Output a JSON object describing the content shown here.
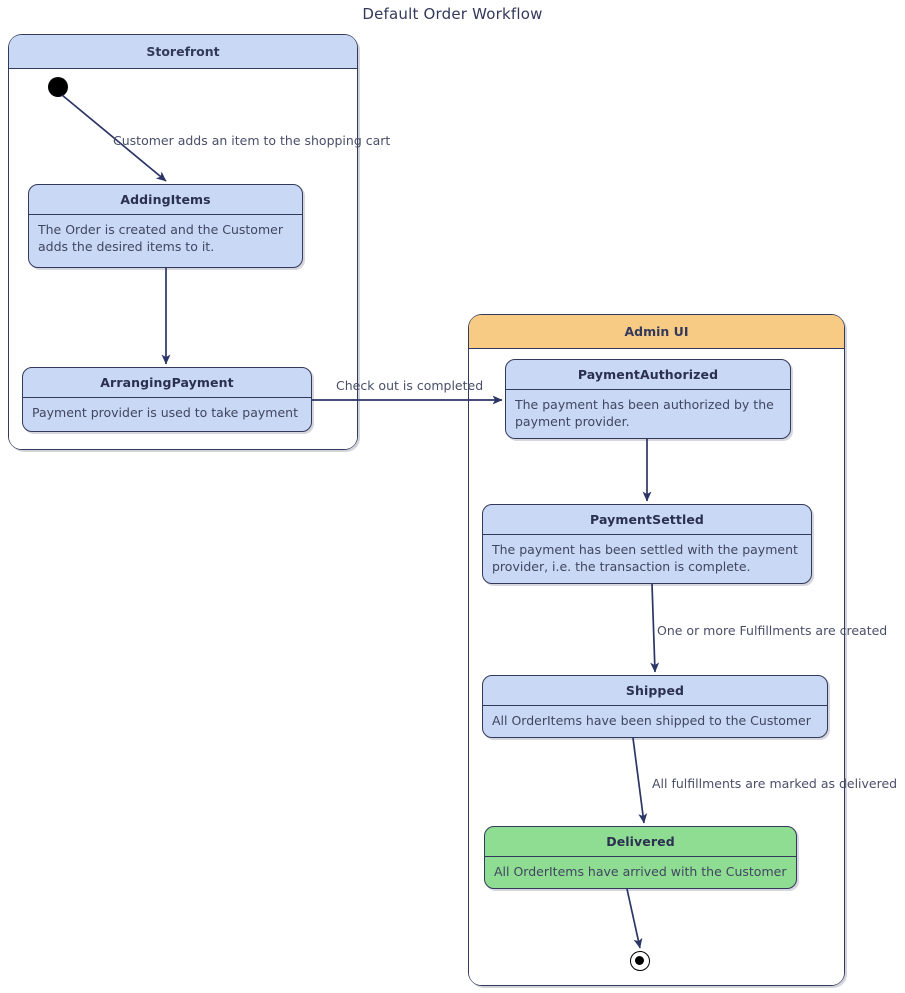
{
  "diagram": {
    "title": "Default Order Workflow",
    "type": "uml-state-machine",
    "colors": {
      "state_fill": "#c9d8f5",
      "state_final_fill": "#8fdc93",
      "storefront_header": "#c9d8f5",
      "admin_header": "#f8cb84",
      "stroke": "#33395b",
      "text": "#33395b",
      "background": "#ffffff"
    }
  },
  "groups": [
    {
      "id": "storefront",
      "label": "Storefront",
      "header_color": "#c9d8f5"
    },
    {
      "id": "admin-ui",
      "label": "Admin UI",
      "header_color": "#f8cb84"
    }
  ],
  "states": [
    {
      "id": "adding-items",
      "name": "AddingItems",
      "description": "The Order is created and the Customer adds the desired items to it.",
      "group": "storefront",
      "fill": "#c9d8f5"
    },
    {
      "id": "arranging-payment",
      "name": "ArrangingPayment",
      "description": "Payment provider is used to take payment",
      "group": "storefront",
      "fill": "#c9d8f5"
    },
    {
      "id": "payment-authorized",
      "name": "PaymentAuthorized",
      "description": "The payment has been authorized by the payment provider.",
      "group": "admin-ui",
      "fill": "#c9d8f5"
    },
    {
      "id": "payment-settled",
      "name": "PaymentSettled",
      "description": "The payment has been settled with the payment provider, i.e. the transaction is complete.",
      "group": "admin-ui",
      "fill": "#c9d8f5"
    },
    {
      "id": "shipped",
      "name": "Shipped",
      "description": "All OrderItems have been shipped to the Customer",
      "group": "admin-ui",
      "fill": "#c9d8f5"
    },
    {
      "id": "delivered",
      "name": "Delivered",
      "description": "All OrderItems have arrived with the Customer",
      "group": "admin-ui",
      "fill": "#8fdc93"
    }
  ],
  "pseudo_states": [
    {
      "id": "initial",
      "kind": "initial",
      "group": "storefront"
    },
    {
      "id": "final",
      "kind": "final",
      "group": "admin-ui"
    }
  ],
  "transitions": [
    {
      "id": "t1",
      "from": "initial",
      "to": "adding-items",
      "label": "Customer adds an item to the shopping cart"
    },
    {
      "id": "t2",
      "from": "adding-items",
      "to": "arranging-payment",
      "label": ""
    },
    {
      "id": "t3",
      "from": "arranging-payment",
      "to": "payment-authorized",
      "label": "Check out is completed"
    },
    {
      "id": "t4",
      "from": "payment-authorized",
      "to": "payment-settled",
      "label": ""
    },
    {
      "id": "t5",
      "from": "payment-settled",
      "to": "shipped",
      "label": "One or more Fulfillments are created"
    },
    {
      "id": "t6",
      "from": "shipped",
      "to": "delivered",
      "label": "All fulfillments are marked as delivered"
    },
    {
      "id": "t7",
      "from": "delivered",
      "to": "final",
      "label": ""
    }
  ]
}
